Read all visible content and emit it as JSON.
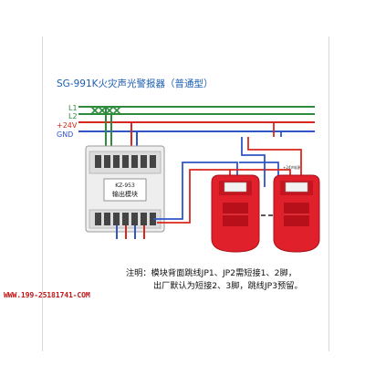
{
  "diagram": {
    "title": "SG-991K火灾声光警报器（普通型）",
    "bus_labels": [
      "L1",
      "L2",
      "+24V",
      "GND"
    ],
    "bus_colors": [
      "#2e8b3c",
      "#2e8b3c",
      "#d8281e",
      "#2f55c8"
    ],
    "module": {
      "model": "KZ-953",
      "name": "输出模块"
    },
    "alarm_label": "+24V电源",
    "note_lines": [
      "注明：模块背面跳线JP1、JP2需短接1、2脚，",
      "出厂默认为短接2、3脚，跳线JP3预留。"
    ],
    "watermark": "WWW.199-25181741-COM"
  }
}
